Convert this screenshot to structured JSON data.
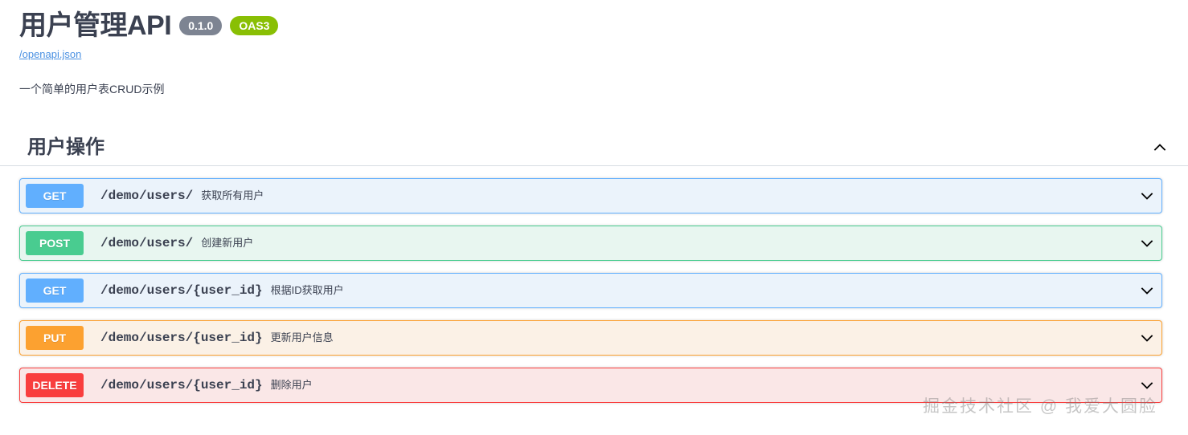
{
  "header": {
    "title": "用户管理API",
    "version_badge": "0.1.0",
    "oas_badge": "OAS3",
    "spec_link": "/openapi.json",
    "description": "一个简单的用户表CRUD示例"
  },
  "tag_section": {
    "name": "用户操作",
    "toggle_icon": "chevron-up-icon",
    "expanded": true
  },
  "operations": [
    {
      "method": "GET",
      "method_class": "get",
      "path": "/demo/users/",
      "summary": "获取所有用户",
      "expand_icon": "chevron-down-icon"
    },
    {
      "method": "POST",
      "method_class": "post",
      "path": "/demo/users/",
      "summary": "创建新用户",
      "expand_icon": "chevron-down-icon"
    },
    {
      "method": "GET",
      "method_class": "get",
      "path": "/demo/users/{user_id}",
      "summary": "根据ID获取用户",
      "expand_icon": "chevron-down-icon"
    },
    {
      "method": "PUT",
      "method_class": "put",
      "path": "/demo/users/{user_id}",
      "summary": "更新用户信息",
      "expand_icon": "chevron-down-icon"
    },
    {
      "method": "DELETE",
      "method_class": "delete",
      "path": "/demo/users/{user_id}",
      "summary": "删除用户",
      "expand_icon": "chevron-down-icon"
    }
  ],
  "watermark": {
    "text": "掘金技术社区 @ 我爱大圆脸"
  },
  "colors": {
    "get": "#61affe",
    "post": "#49cc90",
    "put": "#fca130",
    "delete": "#f93e3e",
    "version_badge": "#7d8492",
    "oas_badge": "#89bf04",
    "link": "#4990e2",
    "text": "#3b4151"
  }
}
